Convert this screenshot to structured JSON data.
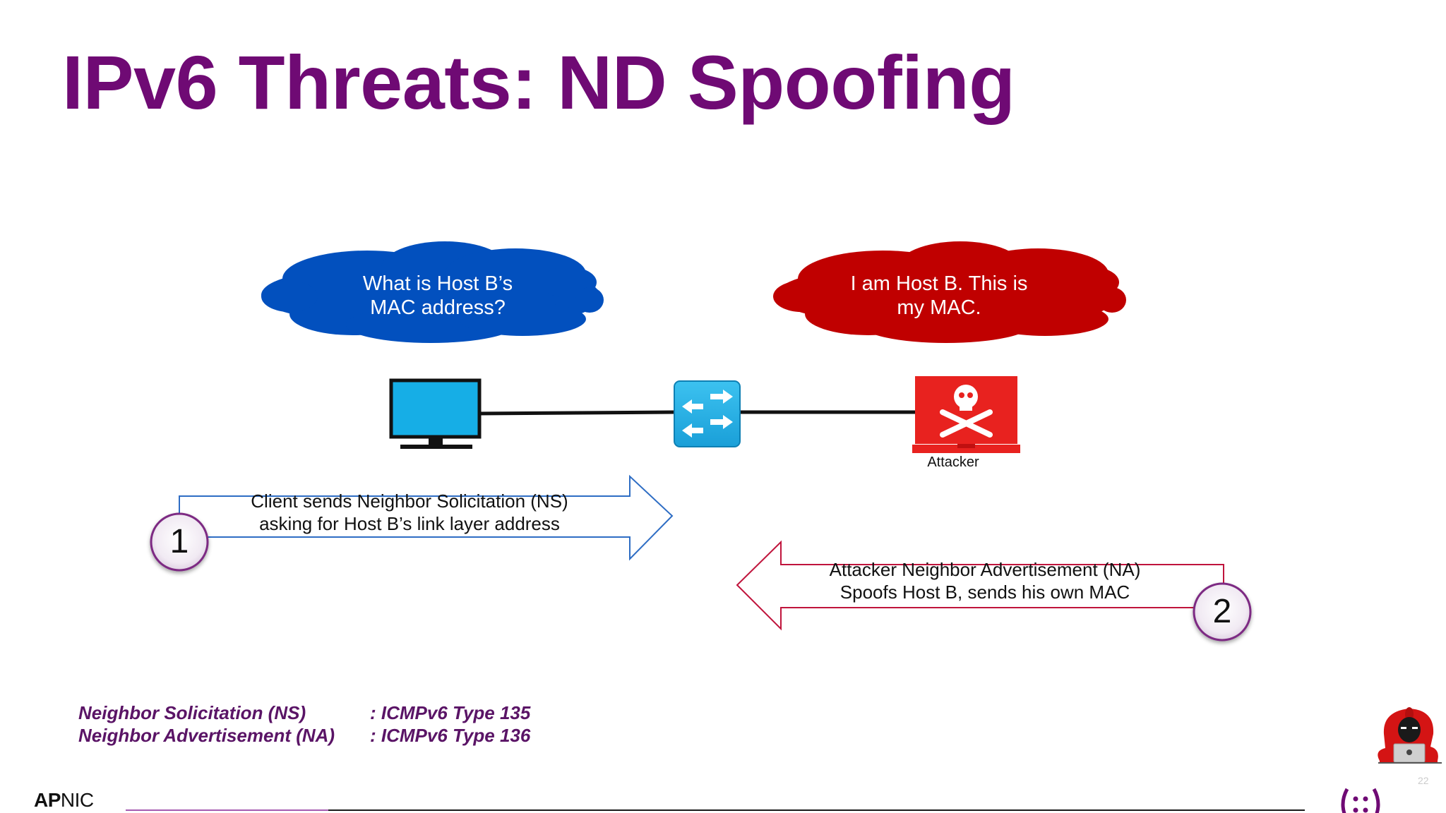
{
  "slide": {
    "title": "IPv6 Threats: ND Spoofing",
    "page_number": "22"
  },
  "clouds": {
    "client_question": {
      "line1": "What is Host B’s",
      "line2": "MAC address?",
      "color": "#0250be"
    },
    "attacker_reply": {
      "line1": "I am Host B. This is",
      "line2": "my MAC.",
      "color": "#c00000"
    }
  },
  "devices": {
    "client_icon": "monitor-icon",
    "switch_icon": "switch-icon",
    "attacker_icon": "skull-crossbones-monitor-icon",
    "attacker_label": "Attacker"
  },
  "steps": {
    "step1": {
      "number": "1",
      "line1": "Client sends Neighbor Solicitation (NS)",
      "line2": "asking for Host B’s link layer address",
      "direction": "right",
      "color": "#2e6dc4"
    },
    "step2": {
      "number": "2",
      "line1": "Attacker Neighbor Advertisement (NA)",
      "line2": "Spoofs Host B, sends his own MAC",
      "direction": "left",
      "color": "#c0143c"
    }
  },
  "legend": [
    {
      "term": "Neighbor Solicitation (NS)",
      "value": ": ICMPv6 Type 135"
    },
    {
      "term": "Neighbor Advertisement (NA)",
      "value": ": ICMPv6 Type 136"
    }
  ],
  "footer": {
    "brand_bold": "AP",
    "brand_rest": "NIC",
    "hacker_icon": "hooded-hacker-icon",
    "ipv6_logo_text": "(::)",
    "accent": "#6f0a74"
  }
}
